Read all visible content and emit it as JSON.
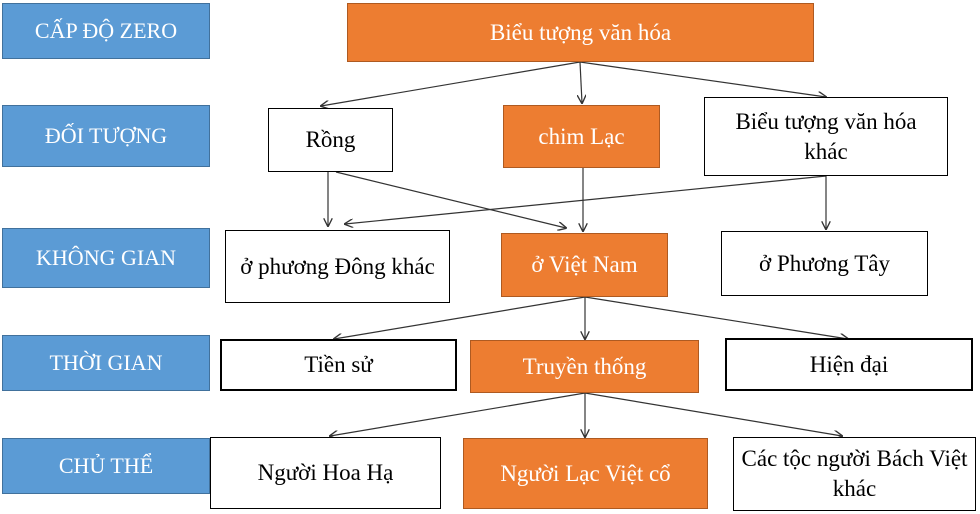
{
  "levels": [
    "CẤP ĐỘ ZERO",
    "ĐỐI TƯỢNG",
    "KHÔNG GIAN",
    "THỜI GIAN",
    "CHỦ THỂ"
  ],
  "nodes": {
    "root": "Biểu tượng văn hóa",
    "rong": "Rồng",
    "chim_lac": "chim Lạc",
    "other_symbols": "Biểu tượng văn hóa khác",
    "phuong_dong": "ở phương Đông khác",
    "viet_nam": "ở Việt Nam",
    "phuong_tay": "ở Phương Tây",
    "tien_su": "Tiền sử",
    "truyen_thong": "Truyền thống",
    "hien_dai": "Hiện đại",
    "hoa_ha": "Người Hoa Hạ",
    "lac_viet": "Người Lạc Việt cổ",
    "bach_viet": "Các tộc người Bách Việt khác"
  },
  "colors": {
    "level_fill": "#5b9bd5",
    "highlight_fill": "#ed7d31",
    "plain_fill": "#ffffff"
  }
}
